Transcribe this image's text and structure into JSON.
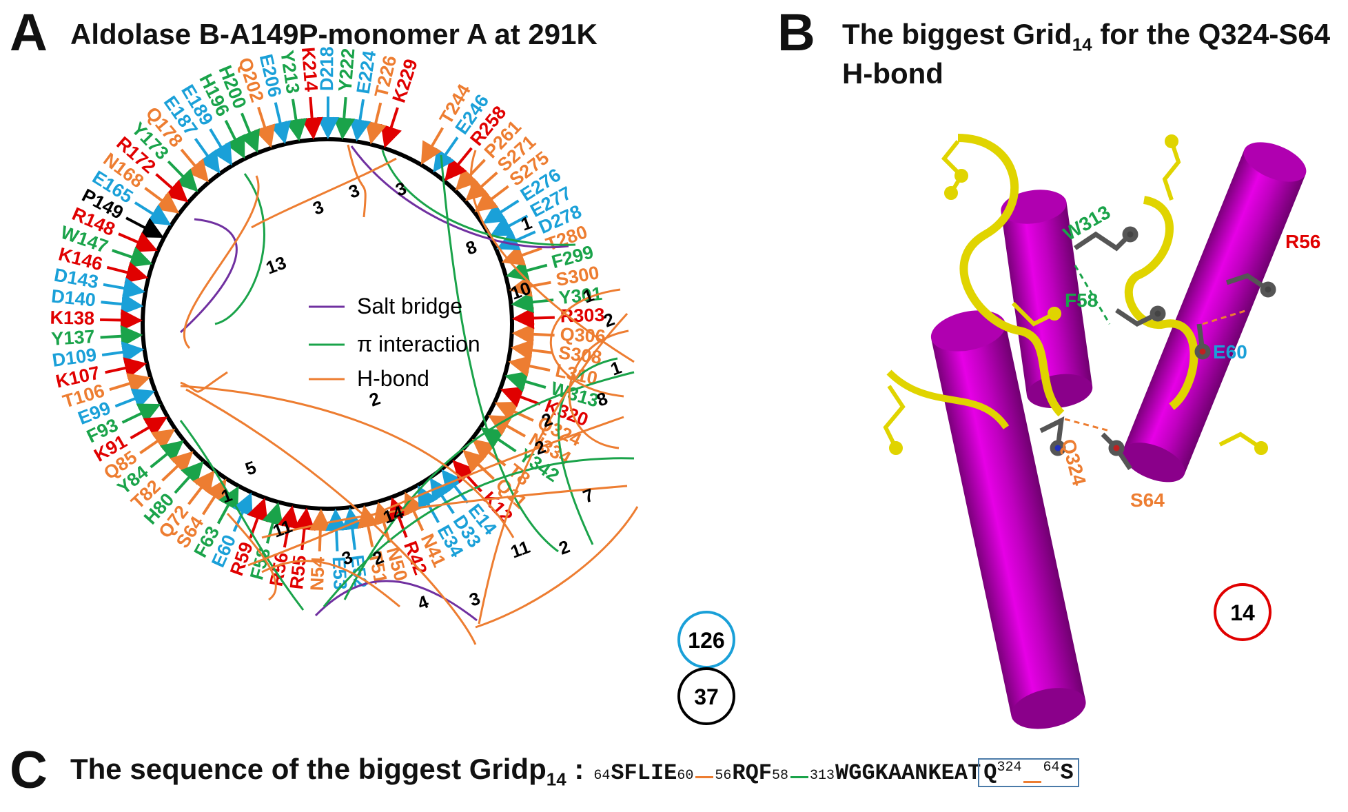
{
  "panel_a": {
    "letter": "A",
    "title": "Aldolase B-A149P-monomer A at 291K",
    "legend": [
      {
        "label": "Salt bridge",
        "color": "#7030a0"
      },
      {
        "label": "π interaction",
        "color": "#1aa34a"
      },
      {
        "label": "H-bond",
        "color": "#ed7d31"
      }
    ],
    "circle_counts": [
      {
        "value": "126",
        "color": "#1aa0d8"
      },
      {
        "value": "37",
        "color": "#000000"
      }
    ],
    "residues": [
      {
        "name": "K229",
        "color": "#e00000"
      },
      {
        "name": "T226",
        "color": "#ed7d31"
      },
      {
        "name": "E224",
        "color": "#1aa0d8"
      },
      {
        "name": "Y222",
        "color": "#1aa34a"
      },
      {
        "name": "D218",
        "color": "#1aa0d8"
      },
      {
        "name": "K214",
        "color": "#e00000"
      },
      {
        "name": "Y213",
        "color": "#1aa34a"
      },
      {
        "name": "E206",
        "color": "#1aa0d8"
      },
      {
        "name": "Q202",
        "color": "#ed7d31"
      },
      {
        "name": "H200",
        "color": "#1aa34a"
      },
      {
        "name": "H196",
        "color": "#1aa34a"
      },
      {
        "name": "E189",
        "color": "#1aa0d8"
      },
      {
        "name": "E187",
        "color": "#1aa0d8"
      },
      {
        "name": "Q178",
        "color": "#ed7d31"
      },
      {
        "name": "Y173",
        "color": "#1aa34a"
      },
      {
        "name": "R172",
        "color": "#e00000"
      },
      {
        "name": "N168",
        "color": "#ed7d31"
      },
      {
        "name": "E165",
        "color": "#1aa0d8"
      },
      {
        "name": "P149",
        "color": "#000000"
      },
      {
        "name": "R148",
        "color": "#e00000"
      },
      {
        "name": "W147",
        "color": "#1aa34a"
      },
      {
        "name": "K146",
        "color": "#e00000"
      },
      {
        "name": "D143",
        "color": "#1aa0d8"
      },
      {
        "name": "D140",
        "color": "#1aa0d8"
      },
      {
        "name": "K138",
        "color": "#e00000"
      },
      {
        "name": "Y137",
        "color": "#1aa34a"
      },
      {
        "name": "D109",
        "color": "#1aa0d8"
      },
      {
        "name": "K107",
        "color": "#e00000"
      },
      {
        "name": "T106",
        "color": "#ed7d31"
      },
      {
        "name": "E99",
        "color": "#1aa0d8"
      },
      {
        "name": "F93",
        "color": "#1aa34a"
      },
      {
        "name": "K91",
        "color": "#e00000"
      },
      {
        "name": "Q85",
        "color": "#ed7d31"
      },
      {
        "name": "Y84",
        "color": "#1aa34a"
      },
      {
        "name": "T82",
        "color": "#ed7d31"
      },
      {
        "name": "H80",
        "color": "#1aa34a"
      },
      {
        "name": "Q72",
        "color": "#ed7d31"
      },
      {
        "name": "S64",
        "color": "#ed7d31"
      },
      {
        "name": "F63",
        "color": "#1aa34a"
      },
      {
        "name": "E60",
        "color": "#1aa0d8"
      },
      {
        "name": "R59",
        "color": "#e00000"
      },
      {
        "name": "F58",
        "color": "#1aa34a"
      },
      {
        "name": "R56",
        "color": "#e00000"
      },
      {
        "name": "R55",
        "color": "#e00000"
      },
      {
        "name": "N54",
        "color": "#ed7d31"
      },
      {
        "name": "E53",
        "color": "#1aa0d8"
      },
      {
        "name": "E52",
        "color": "#1aa0d8"
      },
      {
        "name": "T51",
        "color": "#ed7d31"
      },
      {
        "name": "N50",
        "color": "#ed7d31"
      },
      {
        "name": "R42",
        "color": "#e00000"
      },
      {
        "name": "N41",
        "color": "#ed7d31"
      },
      {
        "name": "E34",
        "color": "#1aa0d8"
      },
      {
        "name": "D33",
        "color": "#1aa0d8"
      },
      {
        "name": "E14",
        "color": "#1aa0d8"
      },
      {
        "name": "K12",
        "color": "#e00000"
      },
      {
        "name": "Q11",
        "color": "#ed7d31"
      },
      {
        "name": "T8",
        "color": "#ed7d31"
      },
      {
        "name": "Y342",
        "color": "#1aa34a"
      },
      {
        "name": "N334",
        "color": "#ed7d31"
      },
      {
        "name": "Q324",
        "color": "#ed7d31"
      },
      {
        "name": "K320",
        "color": "#e00000"
      },
      {
        "name": "W313",
        "color": "#1aa34a"
      },
      {
        "name": "L310",
        "color": "#ed7d31"
      },
      {
        "name": "S308",
        "color": "#ed7d31"
      },
      {
        "name": "Q306",
        "color": "#ed7d31"
      },
      {
        "name": "R303",
        "color": "#e00000"
      },
      {
        "name": "Y301",
        "color": "#1aa34a"
      },
      {
        "name": "S300",
        "color": "#ed7d31"
      },
      {
        "name": "F299",
        "color": "#1aa34a"
      },
      {
        "name": "T280",
        "color": "#ed7d31"
      },
      {
        "name": "D278",
        "color": "#1aa0d8"
      },
      {
        "name": "E277",
        "color": "#1aa0d8"
      },
      {
        "name": "E276",
        "color": "#1aa0d8"
      },
      {
        "name": "S275",
        "color": "#ed7d31"
      },
      {
        "name": "S271",
        "color": "#ed7d31"
      },
      {
        "name": "P261",
        "color": "#ed7d31"
      },
      {
        "name": "R258",
        "color": "#e00000"
      },
      {
        "name": "E246",
        "color": "#1aa0d8"
      },
      {
        "name": "T244",
        "color": "#ed7d31"
      }
    ],
    "grid_sizes": [
      "3",
      "3",
      "3",
      "1",
      "8",
      "10",
      "13",
      "1",
      "2",
      "1",
      "8",
      "2",
      "2",
      "2",
      "5",
      "1",
      "11",
      "3",
      "2",
      "14",
      "4",
      "3",
      "11",
      "2",
      "7"
    ]
  },
  "panel_b": {
    "letter": "B",
    "title_pre": "The biggest Grid",
    "title_sub": "14",
    "title_post": " for the Q324-S64 H-bond",
    "labels": [
      {
        "text": "W313",
        "color": "#1aa34a"
      },
      {
        "text": "F58",
        "color": "#1aa34a"
      },
      {
        "text": "R56",
        "color": "#e00000"
      },
      {
        "text": "E60",
        "color": "#1aa0d8"
      },
      {
        "text": "Q324",
        "color": "#ed7d31"
      },
      {
        "text": "S64",
        "color": "#ed7d31"
      }
    ],
    "grid_count": "14"
  },
  "panel_c": {
    "letter": "C",
    "title_pre": "The sequence of the biggest Gridp",
    "title_sub": "14",
    "title_post": " :",
    "segments": [
      {
        "sup": "64",
        "text": "SFLIE",
        "sup_end": "60",
        "link_color": "#ed7d31"
      },
      {
        "sup": "56",
        "text": "RQF",
        "sup_end": "58",
        "link_color": "#1aa34a"
      },
      {
        "sup": "313",
        "text": "WGGKAANKEAT",
        "sup_end": "",
        "link_color": ""
      }
    ],
    "boxed": {
      "text1": "Q",
      "sup1": "324",
      "link_color": "#ed7d31",
      "sup2": "64",
      "text2": "S"
    }
  }
}
